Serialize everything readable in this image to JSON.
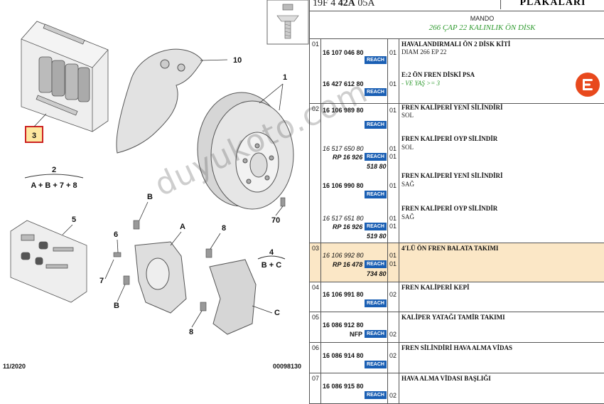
{
  "diagram": {
    "callouts": [
      "1",
      "10",
      "3",
      "2",
      "5",
      "B",
      "A",
      "6",
      "8",
      "7",
      "B",
      "70",
      "4",
      "C",
      "8"
    ],
    "formula_2": "A + B + 7 + 8",
    "formula_4": "B + C",
    "date": "11/2020",
    "ref": "00098130"
  },
  "header": {
    "code_prefix": "19F 4 ",
    "code_bold": "42A",
    "code_suffix": " 05A",
    "title": "PLAKALARI"
  },
  "subhead": {
    "brand": "MANDO",
    "disc": "266 ÇAP 22 KALINLIK ÖN DİSK"
  },
  "badge": "REACH",
  "rows": [
    {
      "ref": "01",
      "items": [
        {
          "pn": "16 107 046 80",
          "qty": "01",
          "desc": "HAVALANDIRMALI ÖN 2 DİSK KİTİ",
          "sub": "DIAM 266 EP 22"
        },
        {
          "pn": "16 427 612 80",
          "qty": "01",
          "desc": "E:2 ÖN FREN DİSKİ PSA",
          "green": "- VE YAŞ >= 3"
        }
      ]
    },
    {
      "ref": "02",
      "items": [
        {
          "pn": "16 106 989 80",
          "qty": "01",
          "desc": "FREN KALİPERİ YENİ SİLİNDİRİ",
          "sub": "SOL"
        },
        {
          "pn": "16 517 650 80",
          "rp": "RP 16 926",
          "sub2": "518 80",
          "qty": "01",
          "qty2": "01",
          "desc": "FREN KALİPERİ OYP SİLİNDİR",
          "sub": "SOL"
        },
        {
          "pn": "16 106 990 80",
          "qty": "01",
          "desc": "FREN KALİPERİ YENİ SİLİNDİRİ",
          "sub": "SAĞ"
        },
        {
          "pn": "16 517 651 80",
          "rp": "RP 16 926",
          "sub2": "519 80",
          "qty": "01",
          "qty2": "01",
          "desc": "FREN KALİPERİ OYP SİLİNDİR",
          "sub": "SAĞ"
        }
      ]
    },
    {
      "ref": "03",
      "highlight": true,
      "items": [
        {
          "pn": "16 106 992 80",
          "rp": "RP 16 478",
          "sub2": "734 80",
          "qty": "01",
          "qty2": "01",
          "desc": "4'LÜ ÖN FREN BALATA TAKIMI"
        }
      ]
    },
    {
      "ref": "04",
      "items": [
        {
          "pn": "16 106 991 80",
          "qty": "02",
          "desc": "FREN KALİPERİ KEPİ"
        }
      ]
    },
    {
      "ref": "05",
      "items": [
        {
          "pn": "16 086 912 80",
          "nfp": "NFP",
          "qty": "02",
          "desc": "KALİPER YATAĞI TAMİR TAKIMI"
        }
      ]
    },
    {
      "ref": "06",
      "items": [
        {
          "pn": "16 086 914 80",
          "qty": "02",
          "desc": "FREN SİLİNDİRİ HAVA ALMA VİDAS"
        }
      ]
    },
    {
      "ref": "07",
      "items": [
        {
          "pn": "16 086 915 80",
          "qty": "02",
          "desc": "HAVA ALMA VİDASI BAŞLIĞI"
        }
      ]
    }
  ],
  "watermark": "duyukoto.com",
  "colors": {
    "reach_badge": "#1a5fb4",
    "highlight_row": "#fbe7c6",
    "green_text": "#2e9a2e",
    "logo": "#e8491d",
    "callout3_border": "#cc2222"
  }
}
